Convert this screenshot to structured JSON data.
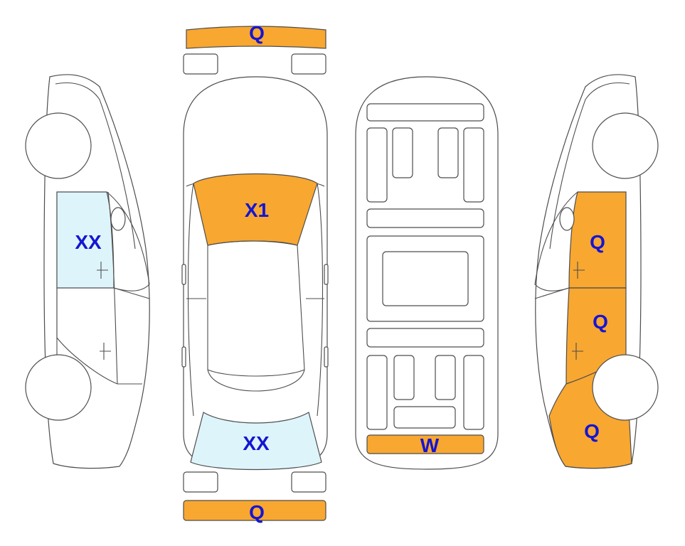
{
  "colors": {
    "damage_orange": "#f8a731",
    "glass_blue": "#def4fb",
    "label_blue": "#1515d2",
    "line": "#4d4d4d"
  },
  "labels": {
    "front_bumper": "Q",
    "rear_bumper": "Q",
    "windshield": "X1",
    "rear_window": "XX",
    "underbody_rear": "W",
    "left_front_window": "XX",
    "right_front_door": "Q",
    "right_rear_door": "Q",
    "right_rear_quarter": "Q"
  }
}
